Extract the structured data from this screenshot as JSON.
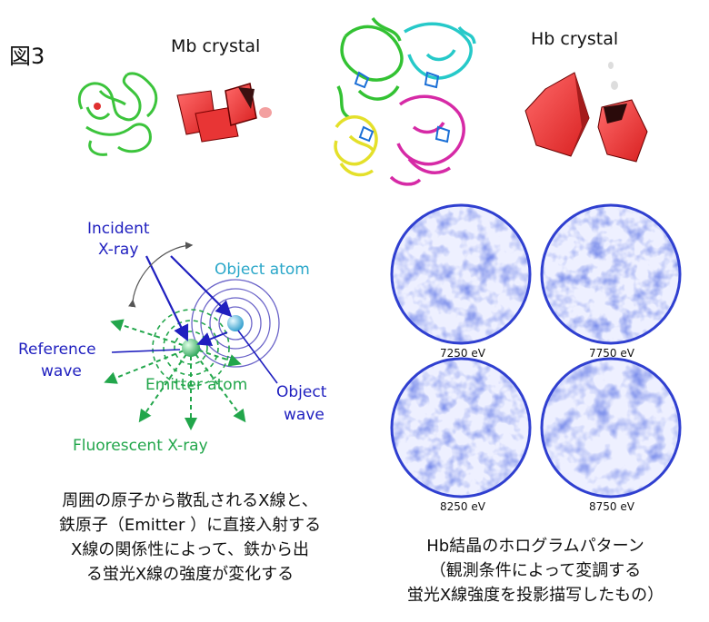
{
  "figure_label": "図3",
  "crystals": {
    "mb_title": "Mb crystal",
    "hb_title": "Hb crystal"
  },
  "diagram": {
    "incident_line1": "Incident",
    "incident_line2": "X-ray",
    "object_atom": "Object atom",
    "reference_line1": "Reference",
    "reference_line2": "wave",
    "emitter_atom": "Emitter atom",
    "object_wave_line1": "Object",
    "object_wave_line2": "wave",
    "fluorescent": "Fluorescent X-ray"
  },
  "holograms": {
    "energies": [
      "7250 eV",
      "7750 eV",
      "8250 eV",
      "8750 eV"
    ],
    "color": "#2f3fd0"
  },
  "caption_left": [
    "周囲の原子から散乱されるX線と、",
    "鉄原子（Emitter ）に直接入射する",
    "X線の関係性によって、鉄から出",
    "る蛍光X線の強度が変化する"
  ],
  "caption_right": [
    "Hb結晶のホログラムパターン",
    "（観測条件によって変調する",
    "蛍光X線強度を投影描写したもの）"
  ]
}
